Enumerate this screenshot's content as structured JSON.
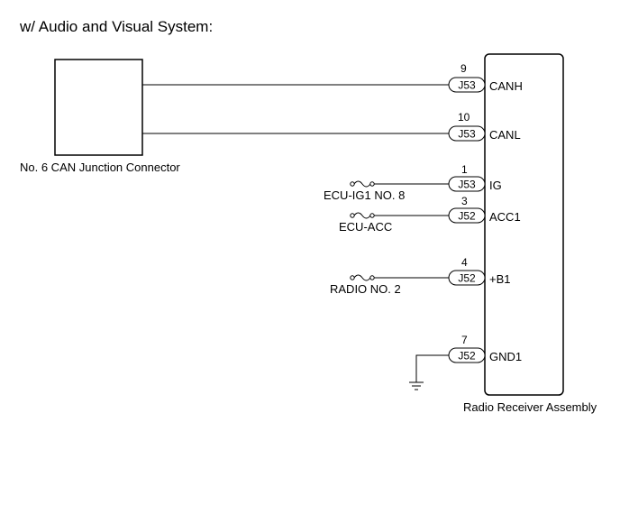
{
  "title": "w/ Audio and Visual System:",
  "left_component": {
    "label": "No. 6 CAN Junction Connector"
  },
  "right_component": {
    "label": "Radio Receiver Assembly"
  },
  "terminals": [
    {
      "pin": "9",
      "connector": "J53",
      "name": "CANH"
    },
    {
      "pin": "10",
      "connector": "J53",
      "name": "CANL"
    },
    {
      "pin": "1",
      "connector": "J53",
      "name": "IG"
    },
    {
      "pin": "3",
      "connector": "J52",
      "name": "ACC1"
    },
    {
      "pin": "4",
      "connector": "J52",
      "name": "+B1"
    },
    {
      "pin": "7",
      "connector": "J52",
      "name": "GND1"
    }
  ],
  "fuses": [
    {
      "label": "ECU-IG1 NO. 8"
    },
    {
      "label": "ECU-ACC"
    },
    {
      "label": "RADIO NO. 2"
    }
  ]
}
